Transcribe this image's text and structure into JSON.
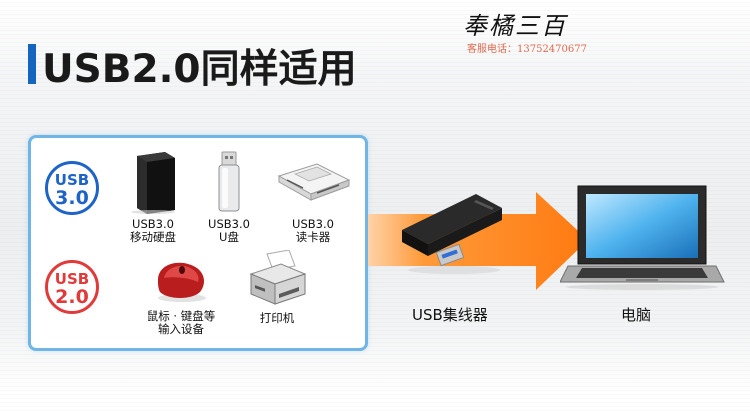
{
  "title": "USB2.0同样适用",
  "brand": {
    "name": "奉橘三百",
    "contact": "客服电话：13752470677"
  },
  "usb30": {
    "badge_line1": "USB",
    "badge_line2": "3.0",
    "badge_icon": "usb30-badge-icon",
    "devices": [
      {
        "line1": "USB3.0",
        "line2": "移动硬盘",
        "icon": "external-hdd-icon"
      },
      {
        "line1": "USB3.0",
        "line2": "U盘",
        "icon": "usb-flash-drive-icon"
      },
      {
        "line1": "USB3.0",
        "line2": "读卡器",
        "icon": "card-reader-icon"
      }
    ]
  },
  "usb20": {
    "badge_line1": "USB",
    "badge_line2": "2.0",
    "badge_icon": "usb20-badge-icon",
    "devices": [
      {
        "line1": "鼠标 · 键盘等",
        "line2": "输入设备",
        "icon": "mouse-icon"
      },
      {
        "line1": "打印机",
        "line2": "",
        "icon": "printer-icon"
      }
    ]
  },
  "hub_label": "USB集线器",
  "laptop_label": "电脑",
  "colors": {
    "accent_blue": "#1565c0",
    "usb30_blue": "#1e63c8",
    "usb20_red": "#e03a3a",
    "panel_border": "#6fb6e6",
    "arrow_orange": "#ff8a1c"
  }
}
